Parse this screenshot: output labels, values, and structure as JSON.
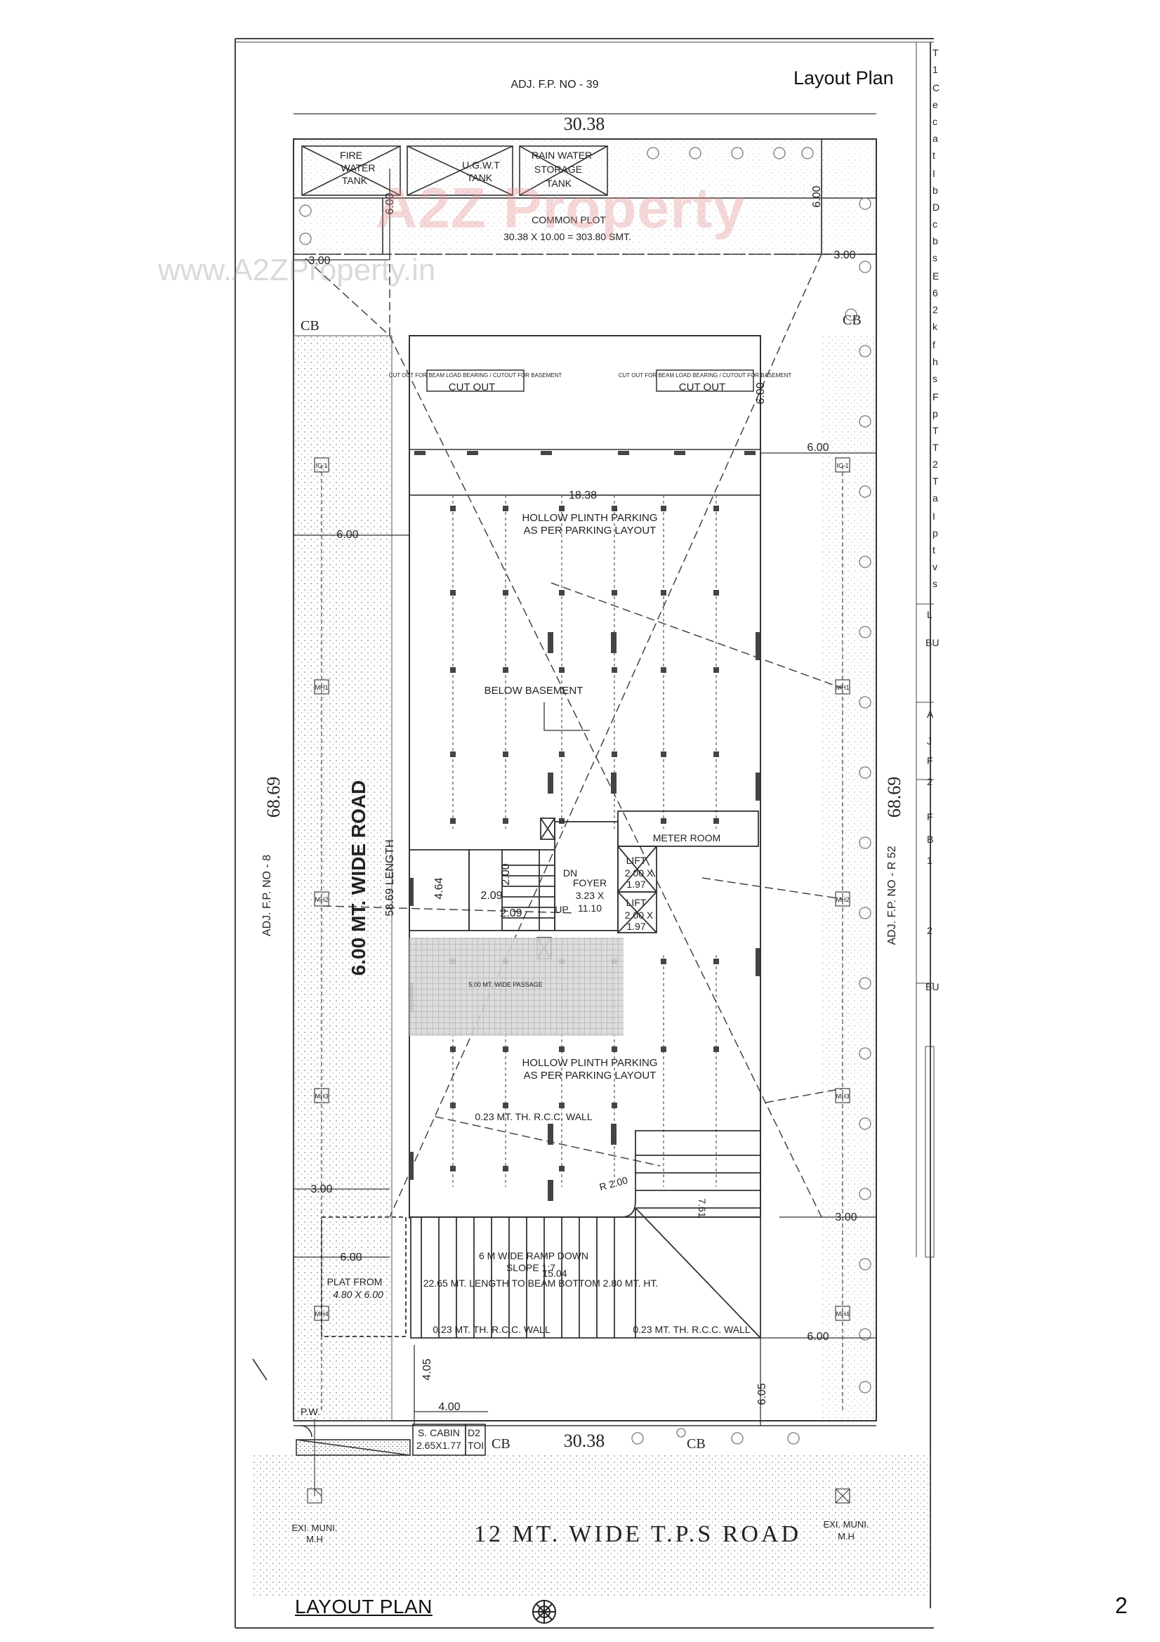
{
  "header": {
    "title": "Layout Plan",
    "page_number": "2",
    "drawing_title": "LAYOUT PLAN"
  },
  "watermark": {
    "logo": "A2Z Property",
    "url": "www.A2ZProperty.in"
  },
  "plan": {
    "adjacent_top": "ADJ. F.P. NO - 39",
    "adjacent_left": "ADJ. F.P. NO - 8",
    "adjacent_right": "ADJ. F.P. NO - R 52",
    "width_top": "30.38",
    "width_bottom": "30.38",
    "length_left": "68.69",
    "length_right": "68.69",
    "tanks": {
      "fire": [
        "FIRE",
        "WATER",
        "TANK"
      ],
      "ugwt": [
        "U.G.W.T",
        "TANK"
      ],
      "rain": [
        "RAIN WATER",
        "STORAGE",
        "TANK"
      ]
    },
    "common_plot": "COMMON PLOT",
    "common_plot_area": "30.38 X 10.00 = 303.80 SMT.",
    "cutout_note": "CUT OUT FOR BEAM LOAD BEARING / CUTOUT FOR BASEMENT",
    "cutout": "CUT OUT",
    "cb": "CB",
    "road_left": "6.00 MT. WIDE ROAD",
    "road_left_length": "58.69 LENGTH",
    "road_bottom": "12 MT. WIDE  T.P.S  ROAD",
    "parking_top": [
      "HOLLOW PLINTH PARKING",
      "AS PER PARKING LAYOUT"
    ],
    "parking_bottom": [
      "HOLLOW PLINTH PARKING",
      "AS PER PARKING LAYOUT"
    ],
    "below_basement": "BELOW BASEMENT",
    "meter_room": "METER ROOM",
    "foyer": [
      "FOYER",
      "3.23 X",
      "11.10"
    ],
    "lift_1": [
      "LIFT",
      "2.00 X",
      "1.97"
    ],
    "lift_2": [
      "LIFT",
      "2.00 X",
      "1.97"
    ],
    "stair_dn": "DN",
    "stair_up": "UP",
    "passage": "5.00 MT. WIDE PASSAGE",
    "rcc_wall_top": "0.23 MT. TH. R.C.C. WALL",
    "rcc_wall_bottom_left": "0.23 MT. TH. R.C.C. WALL",
    "rcc_wall_bottom_right": "0.23 MT. TH. R.C.C. WALL",
    "ramp": [
      "6 M WIDE RAMP DOWN",
      "SLOPE 1:7",
      "22.65 MT. LENGTH TO BEAM BOTTOM 2.80 MT. HT."
    ],
    "ramp_length": "15.04",
    "ramp_radius": "R 2.00",
    "ramp_side": "7.61",
    "plat_form": [
      "PLAT FROM",
      "4.80 X 6.00"
    ],
    "security_cabin": [
      "S. CABIN",
      "2.65X1.77"
    ],
    "toilet": "TOI.",
    "d2": "D2",
    "pw": "P.W.",
    "exi_muni": [
      "EXI. MUNI.",
      "M.H"
    ],
    "manholes": [
      "IC-1",
      "MH1",
      "MH2",
      "MH3",
      "MH4"
    ],
    "dims": {
      "d_600": "6.00",
      "d_300": "3.00",
      "d_1838": "18.38",
      "d_405": "4.05",
      "d_400": "4.00",
      "d_605": "6.05",
      "d_209": "2.09",
      "d_200": "2.00",
      "d_464": "4.64"
    }
  },
  "right_margin_letters": [
    "T",
    "1",
    "C",
    "e",
    "c",
    "a",
    "t",
    "I",
    "b",
    "D",
    "c",
    "b",
    "s",
    "E",
    "6",
    "2",
    "k",
    "f",
    "h",
    "s",
    "F",
    "p",
    "T",
    "T",
    "2",
    "T",
    "a",
    "I",
    "p",
    "t",
    "v",
    "s"
  ],
  "right_table_labels": [
    "L",
    "BU",
    "A",
    "J",
    "F",
    "2",
    "F",
    "B",
    "1",
    "2",
    "BU"
  ]
}
